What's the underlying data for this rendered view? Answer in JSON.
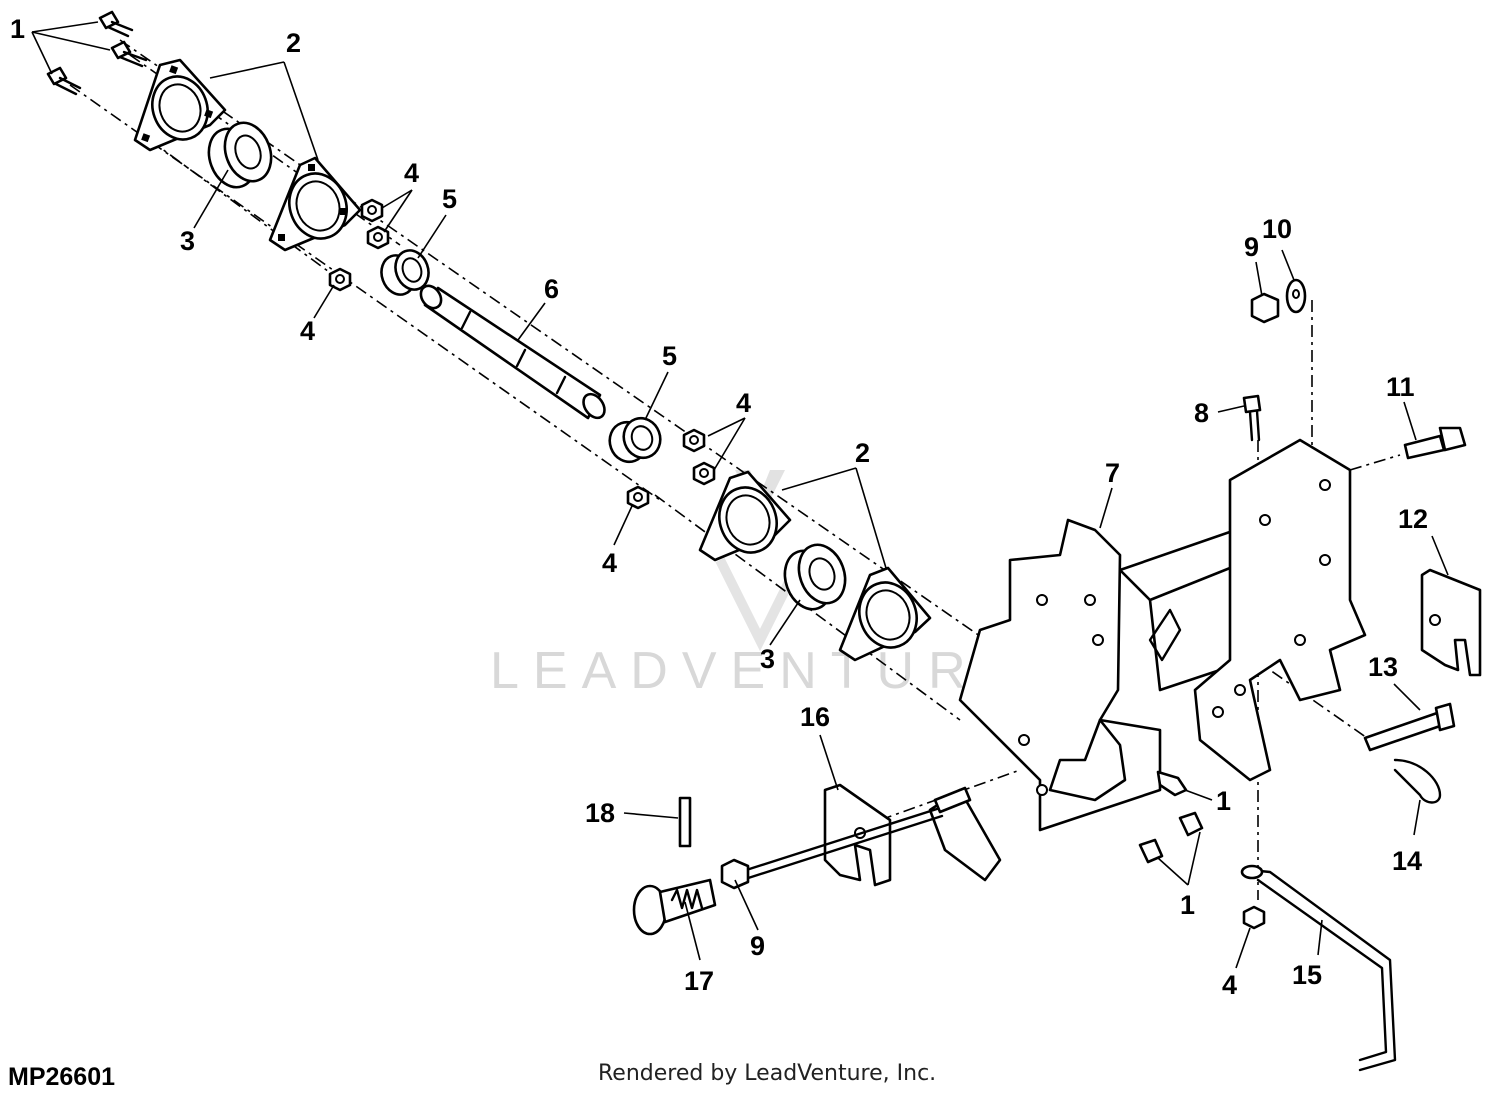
{
  "diagram": {
    "id_label": "MP26601",
    "footer_credit": "Rendered by LeadVenture, Inc.",
    "watermark": "LEADVENTURE"
  },
  "callouts": {
    "c1_top": "1",
    "c2_top": "2",
    "c3_top": "3",
    "c4_top_right": "4",
    "c4_top_left": "4",
    "c5_top": "5",
    "c6": "6",
    "c5_mid": "5",
    "c4_mid_upper": "4",
    "c4_mid_lower": "4",
    "c2_mid": "2",
    "c3_mid": "3",
    "c7": "7",
    "c8": "8",
    "c9_top": "9",
    "c10": "10",
    "c11": "11",
    "c12": "12",
    "c13": "13",
    "c14": "14",
    "c15": "15",
    "c16": "16",
    "c17": "17",
    "c18": "18",
    "c9_bottom": "9",
    "c1_frame_upper": "1",
    "c1_frame_lower": "1",
    "c4_bottom": "4"
  }
}
